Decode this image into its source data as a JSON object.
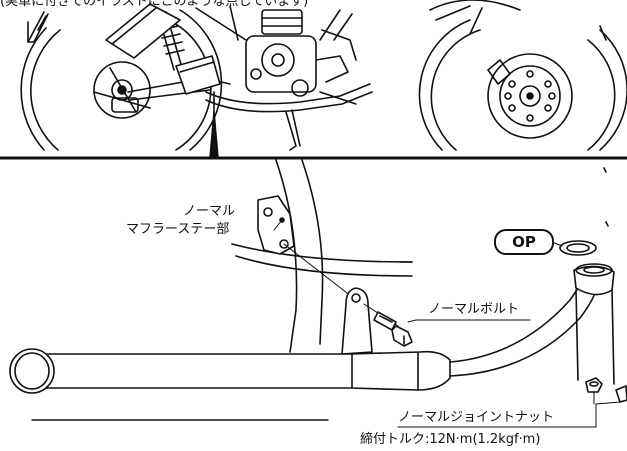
{
  "labels": {
    "caption_top": "(実車に付きでのイラストにこのような点しています)",
    "normal_stay_line1": "ノーマル",
    "normal_stay_line2": "マフラーステー部",
    "normal_bolt": "ノーマルボルト",
    "op_badge": "OP",
    "normal_joint_nut": "ノーマルジョイントナット",
    "torque": "締付トルク:12N·m(1.2kgf·m)"
  },
  "icons": [
    "motorcycle-illustration",
    "muffler-illustration",
    "gasket-icon",
    "joint-pipe-icon",
    "nut-icon",
    "bolt-icon",
    "pointer-arrow-icon"
  ],
  "colors": {
    "line": "#111111",
    "background": "#ffffff",
    "shade": "#cfcfcf"
  }
}
